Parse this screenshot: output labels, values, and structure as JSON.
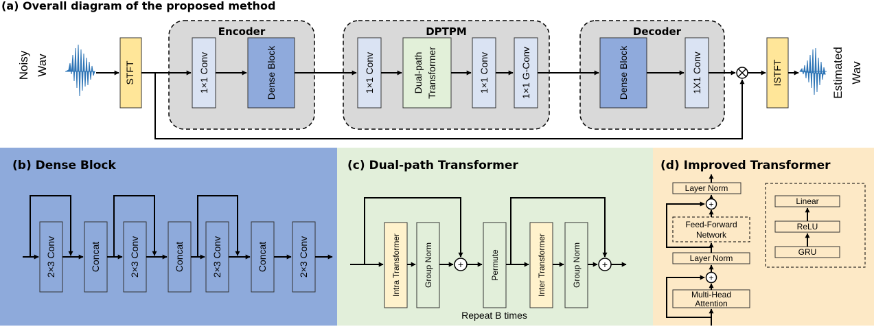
{
  "part_a": {
    "title": "(a) Overall diagram of the proposed method",
    "input_label": [
      "Noisy",
      "Wav"
    ],
    "output_label": [
      "Estimated",
      "Wav"
    ],
    "stft": "STFT",
    "istft": "ISTFT",
    "multiply_symbol": "⊗",
    "encoder": {
      "title": "Encoder",
      "blocks": [
        "1×1 Conv",
        "Dense Block"
      ]
    },
    "dptpm": {
      "title": "DPTPM",
      "blocks": [
        "1×1 Conv",
        "Dual-path Transformer",
        "1×1 Conv",
        "1×1 G-Conv"
      ]
    },
    "decoder": {
      "title": "Decoder",
      "blocks": [
        "Dense Block",
        "1X1 Conv"
      ]
    }
  },
  "part_b": {
    "title": "(b) Dense Block",
    "blocks": [
      "2×3 Conv",
      "Concat",
      "2×3 Conv",
      "Concat",
      "2×3 Conv",
      "Concat",
      "2×3 Conv"
    ]
  },
  "part_c": {
    "title": "(c) Dual-path Transformer",
    "blocks": [
      "Intra Transformer",
      "Group Norm",
      "Permute",
      "Inter Transformer",
      "Group Norm"
    ],
    "plus_symbol": "+",
    "repeat_label": "Repeat B times"
  },
  "part_d": {
    "title": "(d) Improved Transformer",
    "layer_norm": "Layer Norm",
    "ffn": [
      "Feed-Forward",
      "Network"
    ],
    "mha": [
      "Multi-Head",
      "Attention"
    ],
    "ffn_detail": [
      "Linear",
      "ReLU",
      "GRU"
    ],
    "plus_symbol": "+"
  },
  "colors": {
    "gray_group": "#d9d9d9",
    "light_blue": "#dae3f3",
    "dark_blue": "#8faadc",
    "light_green": "#e2f0d9",
    "yellow": "#ffe699",
    "panel_b": "#8eaadb",
    "panel_c": "#e2efda",
    "panel_d": "#fde9c6",
    "wav_blue": "#2e75b6"
  }
}
